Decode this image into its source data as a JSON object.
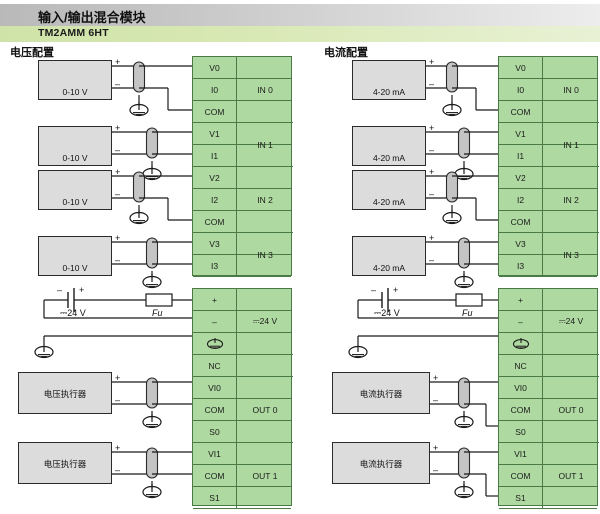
{
  "header": {
    "title": "输入/输出混合模块",
    "model": "TM2AMM 6HT"
  },
  "sections": [
    {
      "id": "voltage",
      "title": "电压配置",
      "sensor_label": "0-10 V",
      "actuator_label": "电压执行器"
    },
    {
      "id": "current",
      "title": "电流配置",
      "sensor_label": "4-20 mA",
      "actuator_label": "电流执行器"
    }
  ],
  "power": {
    "voltage_label": "24 V",
    "dc_symbol": "⎓",
    "fuse_label": "Fu",
    "plus": "+",
    "minus": "–"
  },
  "terminals": {
    "input_rows": [
      "V0",
      "I0",
      "COM",
      "V1",
      "I1",
      "V2",
      "I2",
      "COM",
      "V3",
      "I3"
    ],
    "input_groups": [
      "IN 0",
      "IN 1",
      "IN 2",
      "IN 3"
    ],
    "supply_rows": [
      "+",
      "–",
      "ground"
    ],
    "supply_group": "24 V",
    "output_rows": [
      "NC",
      "VI0",
      "COM",
      "S0",
      "VI1",
      "COM",
      "S1"
    ],
    "output_groups": [
      "OUT 0",
      "OUT 1"
    ]
  },
  "symbols": {
    "plus": "+",
    "minus": "–",
    "sensor": "source-circle",
    "shield": "shielded-cable",
    "earth": "earth-ground"
  },
  "colors": {
    "terminal_green": "#aed9a0",
    "terminal_border": "#4a7a45",
    "box_gray": "#dcdcdc",
    "wire": "#1a1a1a",
    "header_green": "#cfe3a8"
  }
}
